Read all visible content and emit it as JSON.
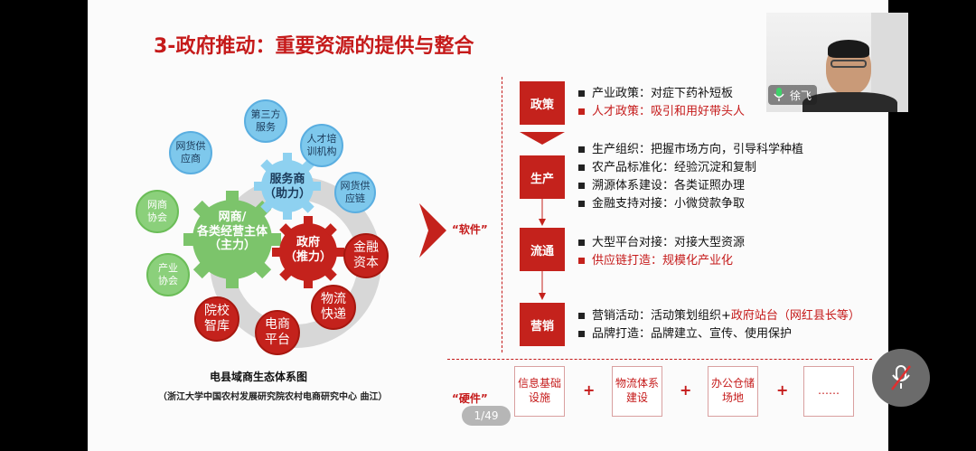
{
  "slide": {
    "title": "3-政府推动：重要资源的提供与整合",
    "diagram": {
      "caption": "电县域商生态体系图",
      "source": "（浙江大学中国农村发展研究院农村电商研究中心 曲江）",
      "gears": {
        "green": [
          "网商/",
          "各类经营主体",
          "（主力）"
        ],
        "blue": [
          "服务商",
          "（助力）"
        ],
        "red": [
          "政府",
          "（推力）"
        ]
      },
      "nodes": {
        "third_party": [
          "第三方",
          "服务"
        ],
        "talent": [
          "人才培",
          "训机构"
        ],
        "supply_chain": [
          "网货供",
          "应链"
        ],
        "finance": [
          "金融",
          "资本"
        ],
        "logistics": [
          "物流",
          "快递"
        ],
        "ecom_platform": [
          "电商",
          "平台"
        ],
        "college": [
          "院校",
          "智库"
        ],
        "industry_assoc": [
          "产业",
          "协会"
        ],
        "netbiz_assoc": [
          "网商",
          "协会"
        ],
        "supplier": [
          "网货供",
          "应商"
        ]
      }
    },
    "software_label": "“软件”",
    "hardware_label": "“硬件”",
    "stages": [
      {
        "label": "政策",
        "bullets": [
          {
            "text": "产业政策：对症下药补短板",
            "highlight": false
          },
          {
            "text": "人才政策：吸引和用好带头人",
            "highlight": true
          }
        ]
      },
      {
        "label": "生产",
        "bullets": [
          {
            "text": "生产组织：把握市场方向，引导科学种植",
            "highlight": false
          },
          {
            "text": "农产品标准化：经验沉淀和复制",
            "highlight": false
          },
          {
            "text": "溯源体系建设：各类证照办理",
            "highlight": false
          },
          {
            "text": "金融支持对接：小微贷款争取",
            "highlight": false
          }
        ]
      },
      {
        "label": "流通",
        "bullets": [
          {
            "text": "大型平台对接：对接大型资源",
            "highlight": false
          },
          {
            "text": "供应链打造：规模化产业化",
            "highlight": true
          }
        ]
      },
      {
        "label": "营销",
        "bullets": [
          {
            "text_a": "营销活动：活动策划组织+",
            "text_b": "政府站台（网红县长等）"
          },
          {
            "text": "品牌打造：品牌建立、宣传、使用保护",
            "highlight": false
          }
        ]
      }
    ],
    "hardware": [
      "信息基础设施",
      "物流体系建设",
      "办公仓储场地",
      "……"
    ],
    "plus": "+",
    "page_indicator": "1/49"
  },
  "video": {
    "name": "徐飞",
    "icon": "microphone-icon"
  },
  "mute_button_icon": "mic-off-icon",
  "colors": {
    "accent": "#c4221c",
    "background": "#000000",
    "slide": "#fbfbfb"
  }
}
